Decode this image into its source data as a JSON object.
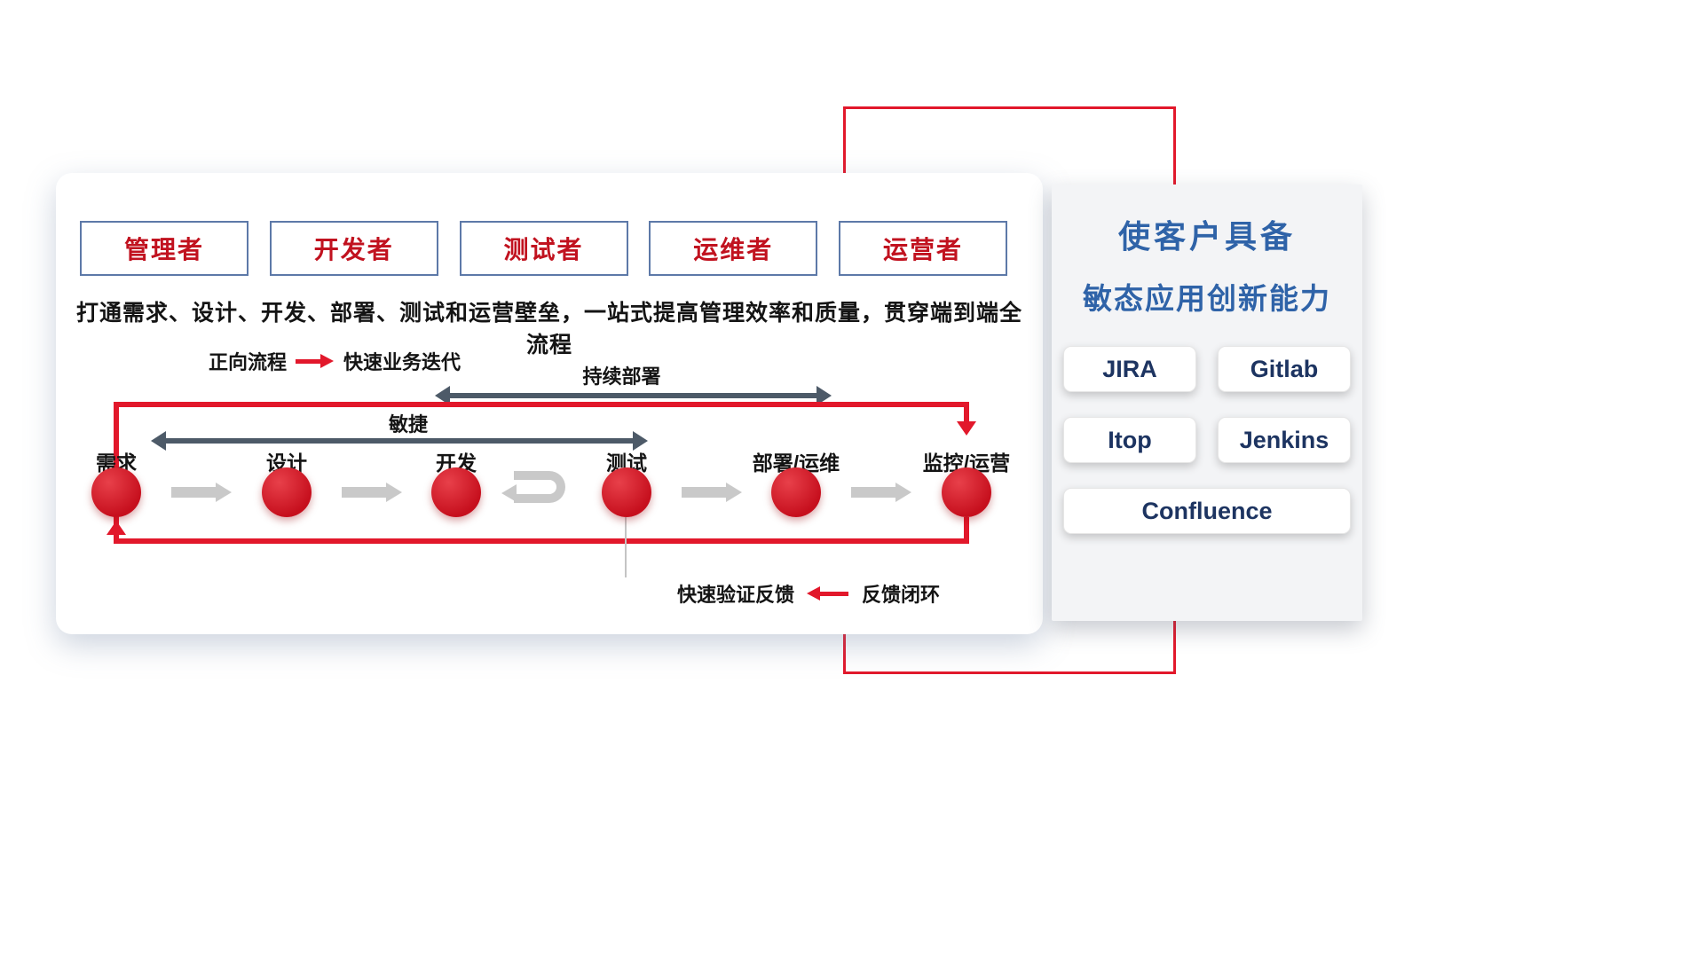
{
  "colors": {
    "accent_red": "#e2182b",
    "node_red": "#c60f1d",
    "title_blue": "#2f63a8",
    "tool_text_navy": "#1d3461",
    "dark_arrow": "#4d5a68",
    "gray_arrow": "#c9c9c9"
  },
  "roles": {
    "items": [
      {
        "label": "管理者"
      },
      {
        "label": "开发者"
      },
      {
        "label": "测试者"
      },
      {
        "label": "运维者"
      },
      {
        "label": "运营者"
      }
    ]
  },
  "description": "打通需求、设计、开发、部署、测试和运营壁垒，一站式提高管理效率和质量，贯穿端到端全流程",
  "legend": {
    "forward_label": "正向流程",
    "forward_value": "快速业务迭代",
    "feedback_label": "快速验证反馈",
    "feedback_value": "反馈闭环"
  },
  "spans": {
    "continuous_deploy": "持续部署",
    "agile": "敏捷"
  },
  "process": {
    "steps": [
      {
        "label": "需求"
      },
      {
        "label": "设计"
      },
      {
        "label": "开发"
      },
      {
        "label": "测试"
      },
      {
        "label": "部署/运维"
      },
      {
        "label": "监控/运营"
      }
    ]
  },
  "side_panel": {
    "title_line1": "使客户具备",
    "title_line2": "敏态应用创新能力",
    "tools": [
      {
        "label": "JIRA"
      },
      {
        "label": "Gitlab"
      },
      {
        "label": "Itop"
      },
      {
        "label": "Jenkins"
      },
      {
        "label": "Confluence"
      }
    ]
  }
}
